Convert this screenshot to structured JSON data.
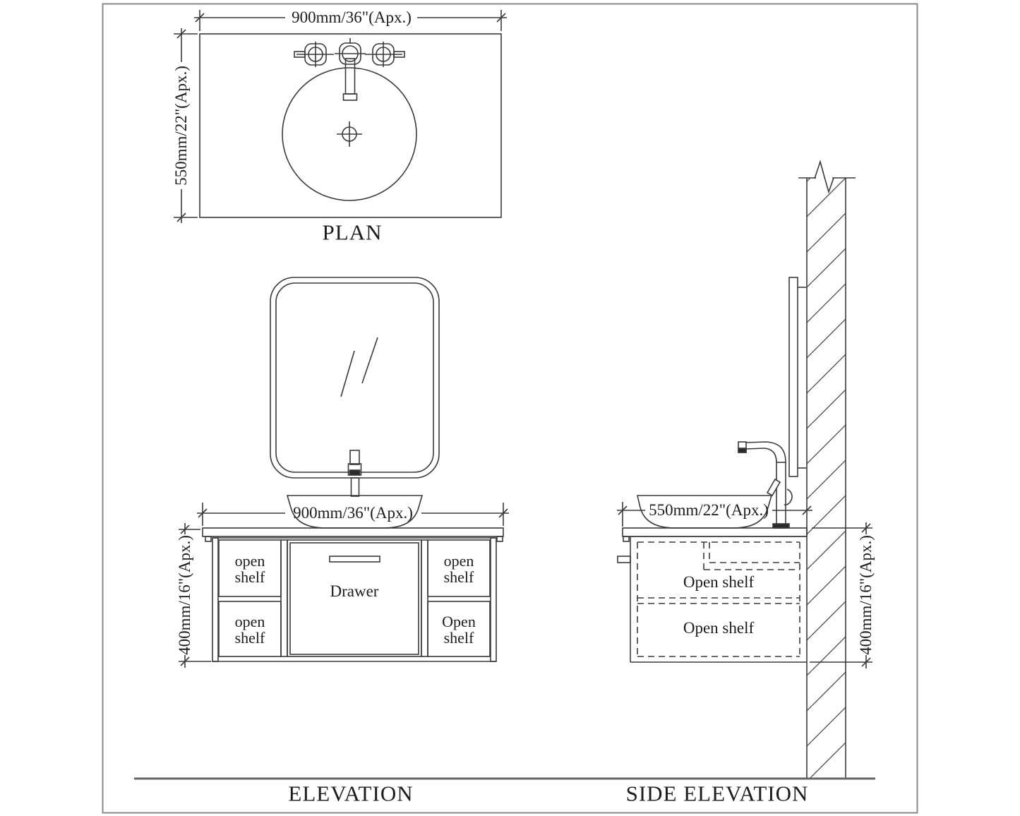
{
  "colors": {
    "background": "#ffffff",
    "line": "#3a3a3a",
    "text": "#1c1c1c",
    "page_border": "#8a8a8a",
    "ground_line": "#666666"
  },
  "plan": {
    "title": "PLAN",
    "width_dim": "900mm/36\"(Apx.)",
    "depth_dim": "550mm/22\"(Apx.)"
  },
  "elevation": {
    "title": "ELEVATION",
    "width_dim": "900mm/36\"(Apx.)",
    "height_dim": "400mm/16\"(Apx.)",
    "drawer_label": "Drawer",
    "shelf_top_left": "open shelf",
    "shelf_bottom_left": "open shelf",
    "shelf_top_right": "open shelf",
    "shelf_bottom_right": "Open shelf"
  },
  "side_elevation": {
    "title": "SIDE ELEVATION",
    "depth_dim": "550mm/22\"(Apx.)",
    "height_dim": "400mm/16\"(Apx.)",
    "shelf_upper": "Open shelf",
    "shelf_lower": "Open shelf"
  }
}
